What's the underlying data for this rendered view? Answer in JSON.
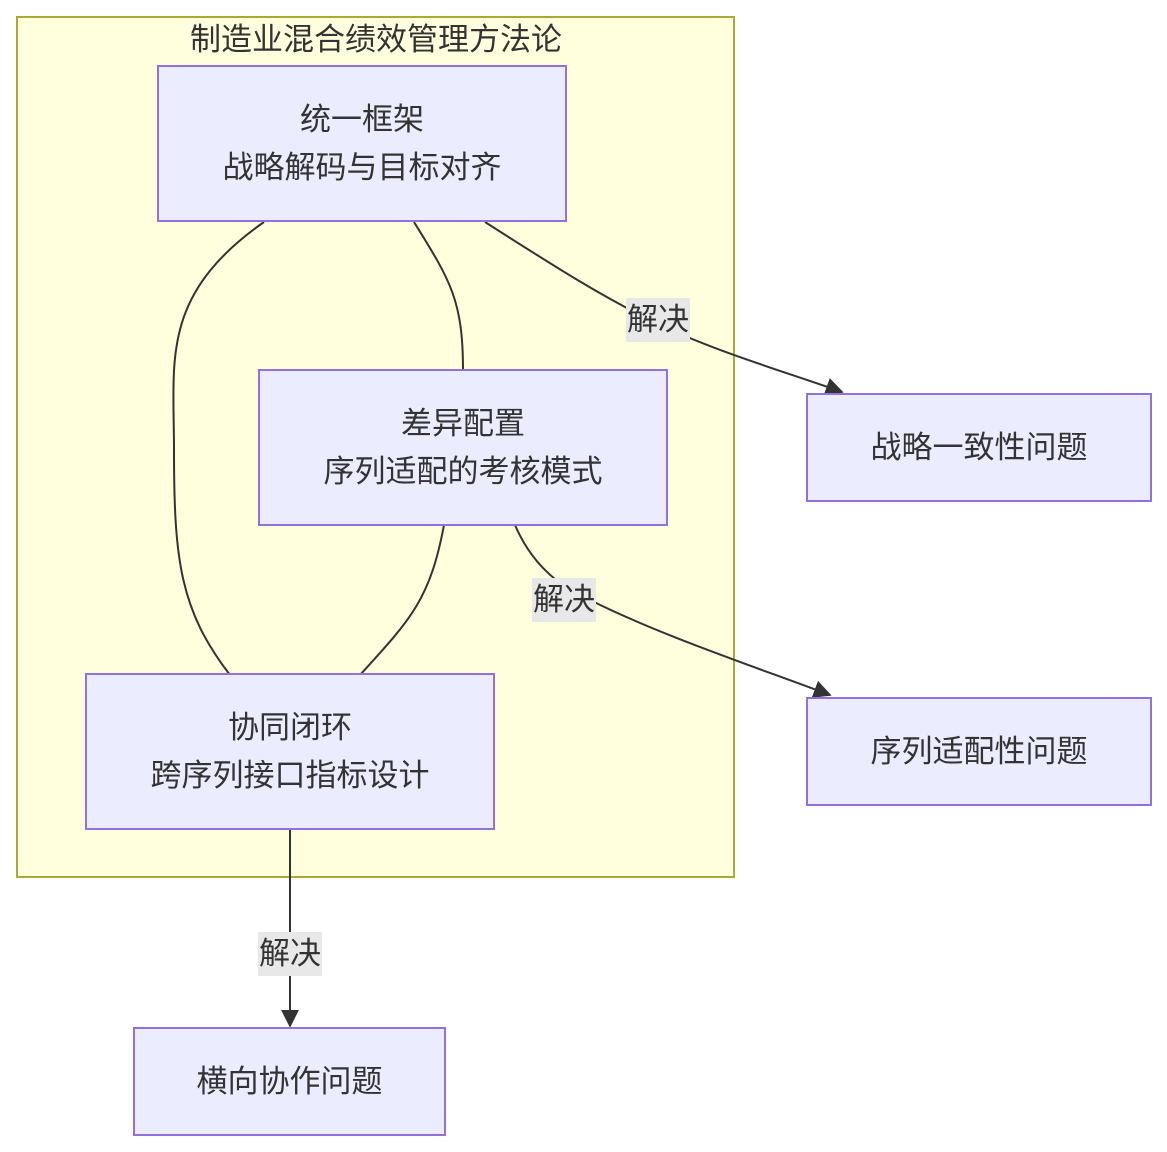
{
  "cluster": {
    "title": "制造业混合绩效管理方法论"
  },
  "nodes": {
    "unified": {
      "line1": "统一框架",
      "line2": "战略解码与目标对齐"
    },
    "diff": {
      "line1": "差异配置",
      "line2": "序列适配的考核模式"
    },
    "collab": {
      "line1": "协同闭环",
      "line2": "跨序列接口指标设计"
    },
    "strategy_problem": {
      "label": "战略一致性问题"
    },
    "sequence_problem": {
      "label": "序列适配性问题"
    },
    "horizontal_problem": {
      "label": "横向协作问题"
    }
  },
  "edge_labels": {
    "e1": "解决",
    "e2": "解决",
    "e3": "解决"
  },
  "colors": {
    "cluster_fill": "#ffffde",
    "cluster_border": "#aaaa33",
    "node_fill": "#ececff",
    "node_border": "#9370db",
    "edge": "#333333",
    "label_bg": "#e8e8e8"
  }
}
